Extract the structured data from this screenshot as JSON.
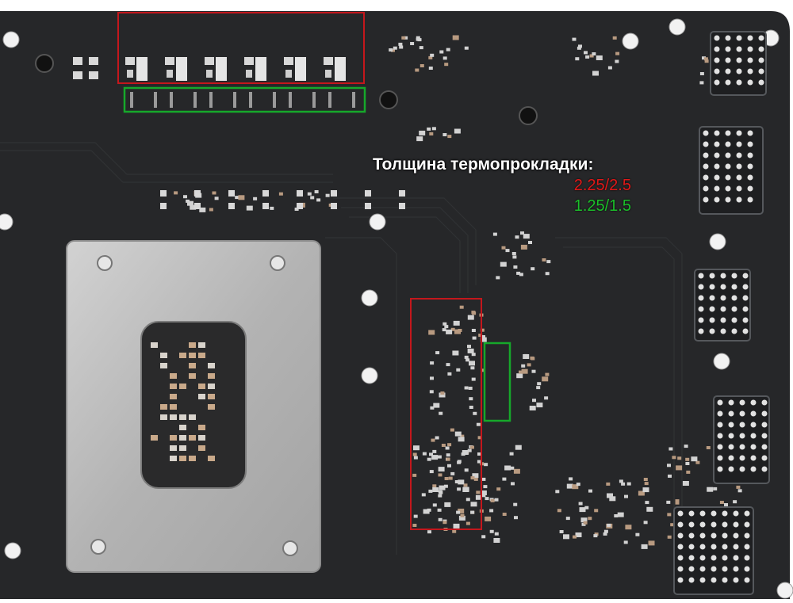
{
  "legend": {
    "title": "Толщина термопрокладки:",
    "entries": [
      {
        "label": "2.25/2.5",
        "color": "#e01818"
      },
      {
        "label": "1.25/1.5",
        "color": "#1bbf2a"
      }
    ]
  },
  "colors": {
    "board": "#262729",
    "board_dark": "#1c1d1f",
    "bracket": "#b9b9b9",
    "pad_red": "#c4171c",
    "pad_green": "#16a82a"
  }
}
